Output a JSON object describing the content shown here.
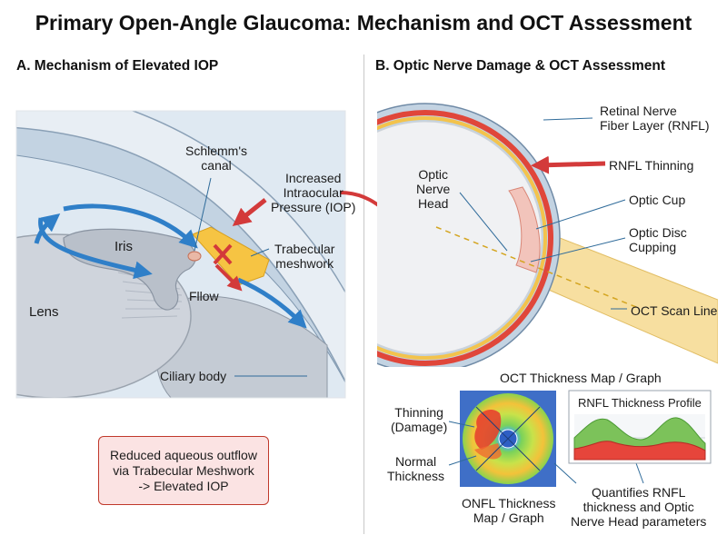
{
  "title": "Primary Open-Angle Glaucoma: Mechanism and OCT Assessment",
  "panel_a": {
    "heading": "A. Mechanism of Elevated IOP",
    "labels": {
      "schlemm_1": "Schlemm's",
      "schlemm_2": "canal",
      "iop_1": "Increased",
      "iop_2": "Intraocular",
      "iop_3": "Pressure (IOP)",
      "iris": "Iris",
      "trabecular_1": "Trabecular",
      "trabecular_2": "meshwork",
      "flow": "Fllow",
      "lens": "Lens",
      "ciliary": "Ciliary body"
    },
    "note": {
      "line1": "Reduced aqueous outflow",
      "line2": "via Trabecular Meshwork",
      "line3": "-> Elevated IOP"
    }
  },
  "panel_b": {
    "heading": "B. Optic Nerve Damage & OCT Assessment",
    "labels": {
      "rnfl_1": "Retinal Nerve",
      "rnfl_2": "Fiber Layer (RNFL)",
      "rnfl_thinning": "RNFL Thinning",
      "onh_1": "Optic",
      "onh_2": "Nerve",
      "onh_3": "Head",
      "optic_cup": "Optic Cup",
      "disc_cupping_1": "Optic Disc",
      "disc_cupping_2": "Cupping",
      "oct_scan": "OCT Scan Line"
    },
    "oct": {
      "heading": "OCT Thickness Map / Graph",
      "thinning_1": "Thinning",
      "thinning_2": "(Damage)",
      "normal_1": "Normal",
      "normal_2": "Thickness",
      "map_caption_1": "ONFL Thickness",
      "map_caption_2": "Map / Graph",
      "profile_title": "RNFL Thickness Profile",
      "quantifies_1": "Quantifies RNFL",
      "quantifies_2": "thickness and Optic",
      "quantifies_3": "Nerve Head parameters"
    }
  },
  "colors": {
    "tissue_blue": "#c6d5e3",
    "tissue_gray": "#c9ced6",
    "arrow_blue": "#2f7fc8",
    "arrow_red": "#d33a3a",
    "meshwork_yellow": "#f6c443",
    "rnfl_red": "#e0463a"
  }
}
